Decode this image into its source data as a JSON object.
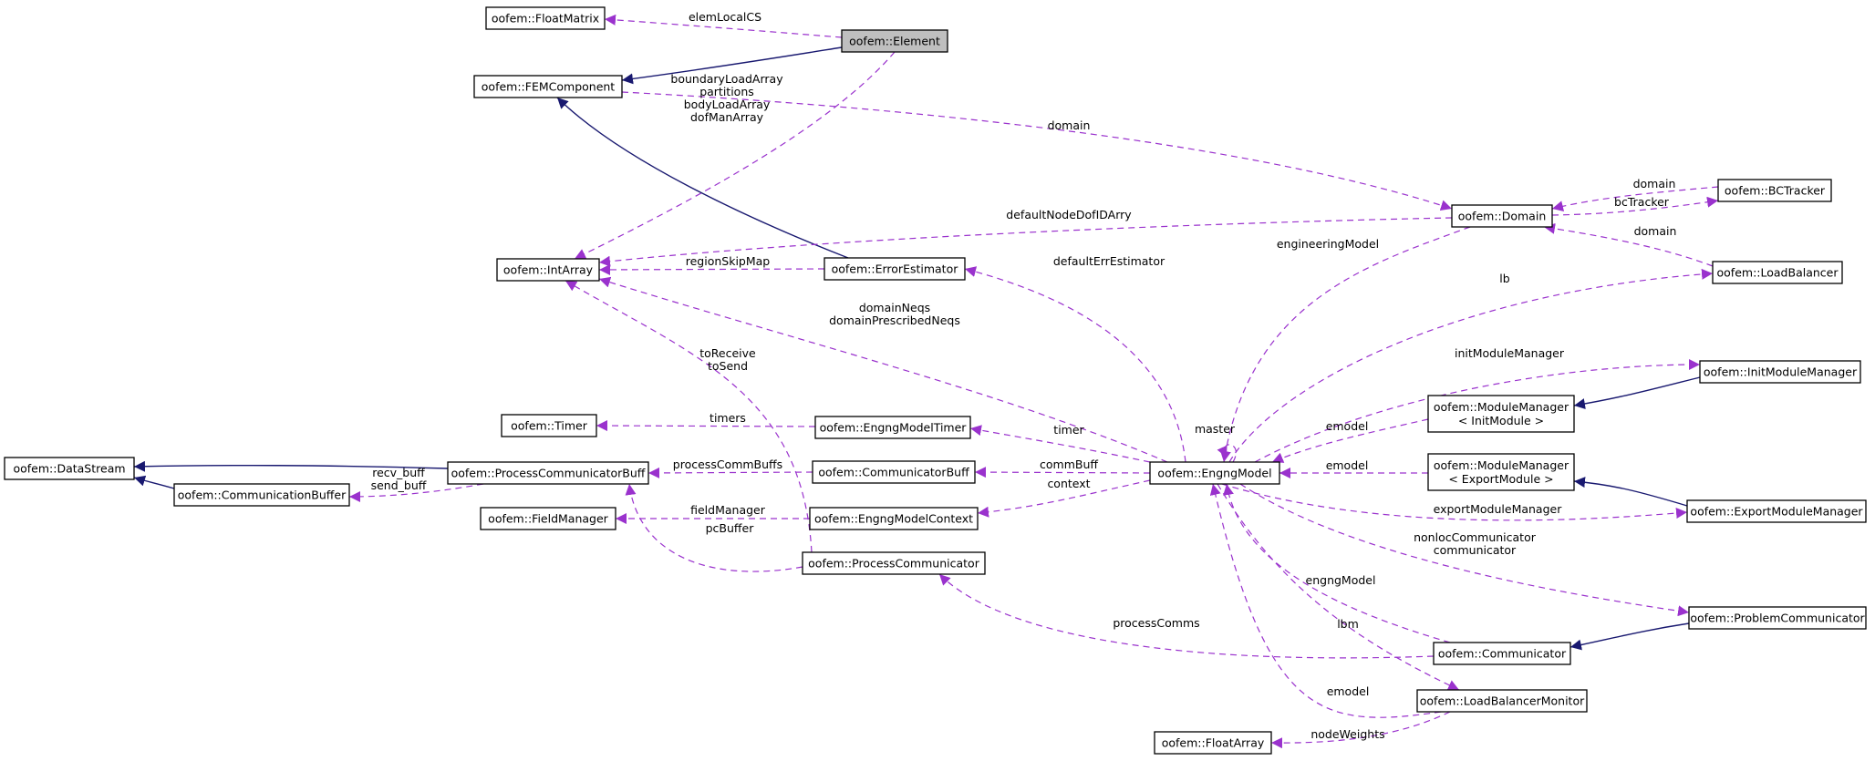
{
  "nodes": [
    {
      "id": "floatmatrix",
      "label": "oofem::FloatMatrix"
    },
    {
      "id": "element",
      "label": "oofem::Element",
      "focus": true
    },
    {
      "id": "femcomponent",
      "label": "oofem::FEMComponent"
    },
    {
      "id": "intarray",
      "label": "oofem::IntArray"
    },
    {
      "id": "errorest",
      "label": "oofem::ErrorEstimator"
    },
    {
      "id": "domain",
      "label": "oofem::Domain"
    },
    {
      "id": "bctracker",
      "label": "oofem::BCTracker"
    },
    {
      "id": "loadbalancer",
      "label": "oofem::LoadBalancer"
    },
    {
      "id": "initmm",
      "label": "oofem::InitModuleManager"
    },
    {
      "id": "mminit",
      "label": [
        "oofem::ModuleManager",
        "< InitModule >"
      ]
    },
    {
      "id": "mmexport",
      "label": [
        "oofem::ModuleManager",
        "< ExportModule >"
      ]
    },
    {
      "id": "exportmm",
      "label": "oofem::ExportModuleManager"
    },
    {
      "id": "problemcomm",
      "label": "oofem::ProblemCommunicator"
    },
    {
      "id": "communicator",
      "label": "oofem::Communicator"
    },
    {
      "id": "lbmonitor",
      "label": "oofem::LoadBalancerMonitor"
    },
    {
      "id": "floatarray",
      "label": "oofem::FloatArray"
    },
    {
      "id": "engngmodel",
      "label": "oofem::EngngModel"
    },
    {
      "id": "timer",
      "label": "oofem::Timer"
    },
    {
      "id": "emtimer",
      "label": "oofem::EngngModelTimer"
    },
    {
      "id": "datastream",
      "label": "oofem::DataStream"
    },
    {
      "id": "pcbuff",
      "label": "oofem::ProcessCommunicatorBuff"
    },
    {
      "id": "commbuffer",
      "label": "oofem::CommunicationBuffer"
    },
    {
      "id": "communicatorbuff",
      "label": "oofem::CommunicatorBuff"
    },
    {
      "id": "fieldmanager",
      "label": "oofem::FieldManager"
    },
    {
      "id": "emcontext",
      "label": "oofem::EngngModelContext"
    },
    {
      "id": "processcomm",
      "label": "oofem::ProcessCommunicator"
    }
  ],
  "edges": [
    {
      "id": "e-elemlocalcs",
      "type": "usage",
      "from": "element",
      "to": "floatmatrix",
      "label": [
        "elemLocalCS"
      ]
    },
    {
      "id": "e-elem-fem",
      "type": "inherit",
      "from": "element",
      "to": "femcomponent"
    },
    {
      "id": "e-elem-intarray",
      "type": "usage",
      "from": "element",
      "to": "intarray",
      "label": [
        "boundaryLoadArray",
        "partitions",
        "bodyLoadArray",
        "dofManArray"
      ]
    },
    {
      "id": "e-fem-domain",
      "type": "usage",
      "from": "femcomponent",
      "to": "domain",
      "label": [
        "domain"
      ]
    },
    {
      "id": "e-errest-fem",
      "type": "inherit",
      "from": "errorest",
      "to": "femcomponent"
    },
    {
      "id": "e-domain-intarray",
      "type": "usage",
      "from": "domain",
      "to": "intarray",
      "label": [
        "defaultNodeDofIDArry"
      ]
    },
    {
      "id": "e-errest-intarray",
      "type": "usage",
      "from": "errorest",
      "to": "intarray",
      "label": [
        "regionSkipMap"
      ]
    },
    {
      "id": "e-bctracker-domain",
      "type": "usage",
      "from": "bctracker",
      "to": "domain",
      "label": [
        "domain"
      ]
    },
    {
      "id": "e-domain-bctracker",
      "type": "usage",
      "from": "domain",
      "to": "bctracker",
      "label": [
        "bcTracker"
      ]
    },
    {
      "id": "e-lb-domain",
      "type": "usage",
      "from": "loadbalancer",
      "to": "domain",
      "label": [
        "domain"
      ]
    },
    {
      "id": "e-domain-em",
      "type": "usage",
      "from": "domain",
      "to": "engngmodel",
      "label": [
        "engineeringModel"
      ]
    },
    {
      "id": "e-em-errest",
      "type": "usage",
      "from": "engngmodel",
      "to": "errorest",
      "label": [
        "defaultErrEstimator"
      ]
    },
    {
      "id": "e-em-intarray",
      "type": "usage",
      "from": "engngmodel",
      "to": "intarray",
      "label": [
        "domainNeqs",
        "domainPrescribedNeqs"
      ]
    },
    {
      "id": "e-em-lb",
      "type": "usage",
      "from": "engngmodel",
      "to": "loadbalancer",
      "label": [
        "lb"
      ]
    },
    {
      "id": "e-em-initmm",
      "type": "usage",
      "from": "engngmodel",
      "to": "initmm",
      "label": [
        "initModuleManager"
      ]
    },
    {
      "id": "e-initmm-mminit",
      "type": "inherit",
      "from": "initmm",
      "to": "mminit"
    },
    {
      "id": "e-mminit-em",
      "type": "usage",
      "from": "mminit",
      "to": "engngmodel",
      "label": [
        "emodel"
      ]
    },
    {
      "id": "e-em-master",
      "type": "usage",
      "from": "engngmodel",
      "to": "engngmodel",
      "label": [
        "master"
      ]
    },
    {
      "id": "e-mmexport-em",
      "type": "usage",
      "from": "mmexport",
      "to": "engngmodel",
      "label": [
        "emodel"
      ]
    },
    {
      "id": "e-exportmm-mmexport",
      "type": "inherit",
      "from": "exportmm",
      "to": "mmexport"
    },
    {
      "id": "e-em-exportmm",
      "type": "usage",
      "from": "engngmodel",
      "to": "exportmm",
      "label": [
        "exportModuleManager"
      ]
    },
    {
      "id": "e-em-problemcomm",
      "type": "usage",
      "from": "engngmodel",
      "to": "problemcomm",
      "label": [
        "nonlocCommunicator",
        "communicator"
      ]
    },
    {
      "id": "e-problemcomm-comm",
      "type": "inherit",
      "from": "problemcomm",
      "to": "communicator"
    },
    {
      "id": "e-comm-em",
      "type": "usage",
      "from": "communicator",
      "to": "engngmodel",
      "label": [
        "engngModel"
      ]
    },
    {
      "id": "e-comm-processcomm",
      "type": "usage",
      "from": "communicator",
      "to": "processcomm",
      "label": [
        "processComms"
      ]
    },
    {
      "id": "e-em-lbmonitor",
      "type": "usage",
      "from": "engngmodel",
      "to": "lbmonitor",
      "label": [
        "lbm"
      ]
    },
    {
      "id": "e-lbmonitor-em",
      "type": "usage",
      "from": "lbmonitor",
      "to": "engngmodel",
      "label": [
        "emodel"
      ]
    },
    {
      "id": "e-lbmonitor-floatarray",
      "type": "usage",
      "from": "lbmonitor",
      "to": "floatarray",
      "label": [
        "nodeWeights"
      ]
    },
    {
      "id": "e-em-emtimer",
      "type": "usage",
      "from": "engngmodel",
      "to": "emtimer",
      "label": [
        "timer"
      ]
    },
    {
      "id": "e-emtimer-timer",
      "type": "usage",
      "from": "emtimer",
      "to": "timer",
      "label": [
        "timers"
      ]
    },
    {
      "id": "e-em-communicatorbuff",
      "type": "usage",
      "from": "engngmodel",
      "to": "communicatorbuff",
      "label": [
        "commBuff"
      ]
    },
    {
      "id": "e-communicatorbuff-pcbuff",
      "type": "usage",
      "from": "communicatorbuff",
      "to": "pcbuff",
      "label": [
        "processCommBuffs"
      ]
    },
    {
      "id": "e-pcbuff-datastream",
      "type": "inherit",
      "from": "pcbuff",
      "to": "datastream"
    },
    {
      "id": "e-commbuffer-datastream",
      "type": "inherit",
      "from": "commbuffer",
      "to": "datastream"
    },
    {
      "id": "e-pcbuff-commbuffer",
      "type": "usage",
      "from": "pcbuff",
      "to": "commbuffer",
      "label": [
        "recv_buff",
        "send_buff"
      ]
    },
    {
      "id": "e-em-emcontext",
      "type": "usage",
      "from": "engngmodel",
      "to": "emcontext",
      "label": [
        "context"
      ]
    },
    {
      "id": "e-emcontext-fieldmanager",
      "type": "usage",
      "from": "emcontext",
      "to": "fieldmanager",
      "label": [
        "fieldManager"
      ]
    },
    {
      "id": "e-processcomm-pcbuff",
      "type": "usage",
      "from": "processcomm",
      "to": "pcbuff",
      "label": [
        "pcBuffer"
      ]
    },
    {
      "id": "e-processcomm-intarray",
      "type": "usage",
      "from": "processcomm",
      "to": "intarray",
      "label": [
        "toReceive",
        "toSend"
      ]
    }
  ],
  "colors": {
    "inheritance": "#191970",
    "usage": "#9a32cd",
    "focus_fill": "#bfbfbf",
    "node_fill": "#ffffff",
    "node_stroke": "#000000"
  }
}
